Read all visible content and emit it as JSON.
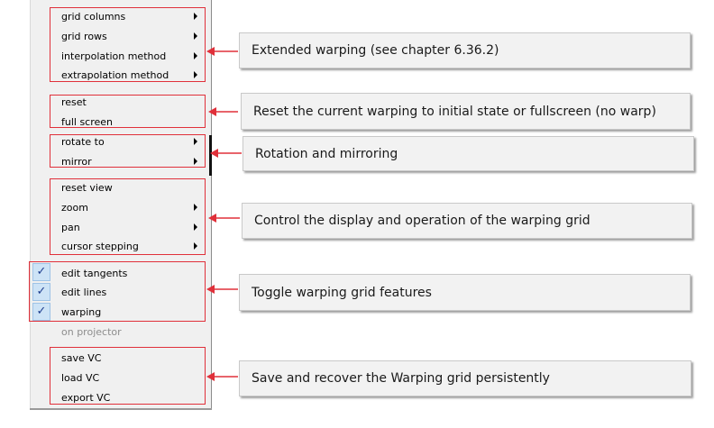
{
  "menu": {
    "items": [
      {
        "label": "grid columns",
        "submenu": true
      },
      {
        "label": "grid rows",
        "submenu": true
      },
      {
        "label": "interpolation method",
        "submenu": true
      },
      {
        "label": "extrapolation method",
        "submenu": true
      },
      {
        "label": "reset",
        "submenu": false
      },
      {
        "label": "full screen",
        "submenu": false
      },
      {
        "label": "rotate to",
        "submenu": true
      },
      {
        "label": "mirror",
        "submenu": true
      },
      {
        "label": "reset view",
        "submenu": false
      },
      {
        "label": "zoom",
        "submenu": true
      },
      {
        "label": "pan",
        "submenu": true
      },
      {
        "label": "cursor stepping",
        "submenu": true
      },
      {
        "label": "edit tangents",
        "checked": true
      },
      {
        "label": "edit lines",
        "checked": true
      },
      {
        "label": "warping",
        "checked": true
      },
      {
        "label": "on projector",
        "disabled": true
      },
      {
        "label": "save VC",
        "submenu": false
      },
      {
        "label": "load VC",
        "submenu": false
      },
      {
        "label": "export VC",
        "submenu": false
      }
    ],
    "check_glyph": "✓"
  },
  "callouts": [
    "Extended warping (see chapter 6.36.2)",
    "Reset the current warping to initial state or fullscreen (no warp)",
    "Rotation and mirroring",
    "Control the display and operation of the warping grid",
    "Toggle warping grid features",
    "Save and recover the Warping grid persistently"
  ],
  "colors": {
    "annotation_red": "#e0303a",
    "check_highlight": "#cde3f6"
  }
}
